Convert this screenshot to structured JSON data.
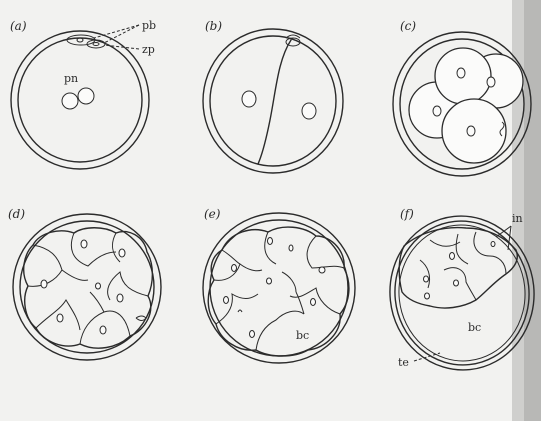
{
  "panels": [
    {
      "id": "a",
      "label": "(a)"
    },
    {
      "id": "b",
      "label": "(b)"
    },
    {
      "id": "c",
      "label": "(c)"
    },
    {
      "id": "d",
      "label": "(d)"
    },
    {
      "id": "e",
      "label": "(e)"
    },
    {
      "id": "f",
      "label": "(f)"
    }
  ],
  "annotations": {
    "pb": "pb",
    "zp": "zp",
    "pn": "pn",
    "bc_e": "bc",
    "icm": "in",
    "bc_f": "bc",
    "te": "te"
  },
  "colors": {
    "background": "#f2f2f0",
    "line": "#2b2b2b",
    "cell_fill": "#fbfbfa",
    "page_edge_shadow": "#b8b8b6"
  }
}
